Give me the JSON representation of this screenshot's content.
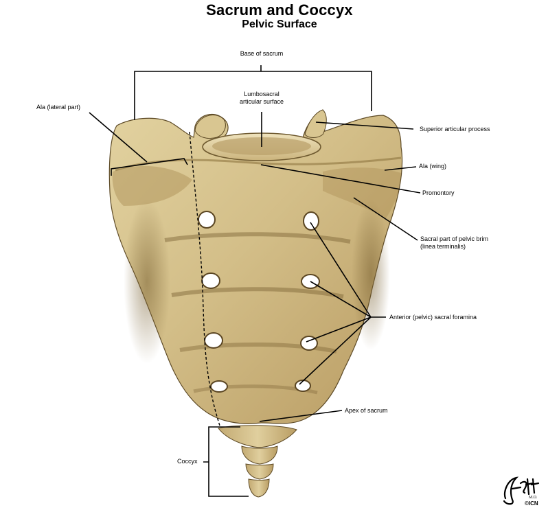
{
  "title": "Sacrum and Coccyx",
  "subtitle": "Pelvic Surface",
  "labels": {
    "base_of_sacrum": "Base of sacrum",
    "lumbosacral_1": "Lumbosacral",
    "lumbosacral_2": "articular surface",
    "ala_lateral_part": "Ala (lateral part)",
    "superior_articular_process": "Superior articular  process",
    "ala_wing": "Ala (wing)",
    "promontory": "Promontory",
    "pelvic_brim_1": "Sacral part of pelvic brim",
    "pelvic_brim_2": "(linea terminalis)",
    "anterior_sacral_foramina": "Anterior (pelvic) sacral foramina",
    "apex_of_sacrum": "Apex of sacrum",
    "coccyx": "Coccyx"
  },
  "signature": {
    "name": "F. Netter M.D.",
    "mark": "©ICN"
  },
  "colors": {
    "bone_light": "#dccb98",
    "bone_mid": "#c9b27a",
    "bone_dark": "#8e7440",
    "bone_shadow": "#6f5a30",
    "leader_line": "#000000"
  }
}
